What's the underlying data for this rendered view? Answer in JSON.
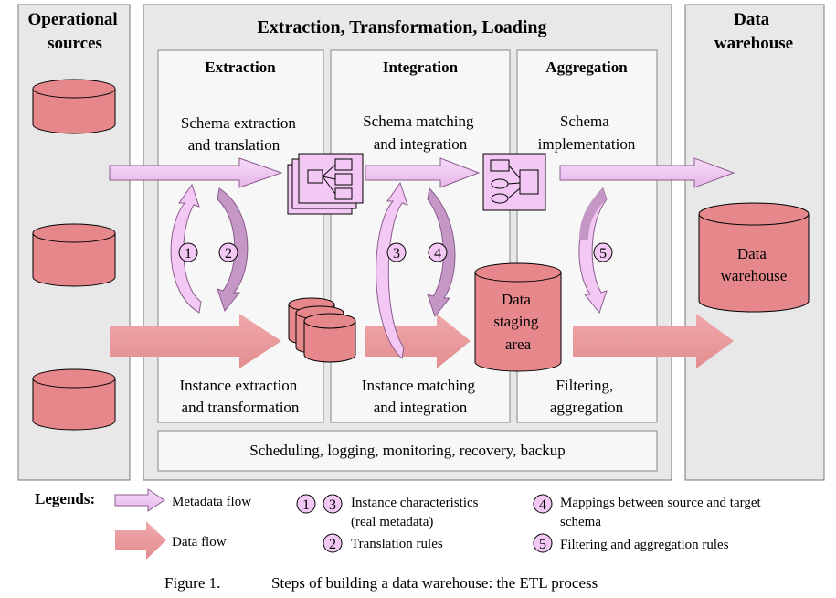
{
  "columns": {
    "sources_title": [
      "Operational",
      "sources"
    ],
    "etl_title": "Extraction, Transformation, Loading",
    "warehouse_title": [
      "Data",
      "warehouse"
    ]
  },
  "stages": {
    "extraction": {
      "title": "Extraction",
      "schema_text": [
        "Schema extraction",
        "and translation"
      ],
      "instance_text": [
        "Instance extraction",
        "and transformation"
      ]
    },
    "integration": {
      "title": "Integration",
      "schema_text": [
        "Schema matching",
        "and integration"
      ],
      "instance_text": [
        "Instance matching",
        "and integration"
      ]
    },
    "aggregation": {
      "title": "Aggregation",
      "schema_text": [
        "Schema",
        "implementation"
      ],
      "instance_text": [
        "Filtering,",
        "aggregation"
      ]
    }
  },
  "staging_area": [
    "Data",
    "staging",
    "area"
  ],
  "warehouse_db": [
    "Data",
    "warehouse"
  ],
  "bottom_bar": "Scheduling, logging, monitoring, recovery, backup",
  "markers": [
    "1",
    "2",
    "3",
    "4",
    "5"
  ],
  "legend": {
    "title": "Legends:",
    "metadata_flow": "Metadata flow",
    "data_flow": "Data flow",
    "item_13": [
      "Instance characteristics",
      "(real metadata)"
    ],
    "item_2": "Translation rules",
    "item_4": [
      "Mappings between source and target",
      "schema"
    ],
    "item_5": "Filtering and aggregation rules"
  },
  "caption": {
    "label": "Figure 1.",
    "text": "Steps of building a data warehouse: the ETL process"
  },
  "colors": {
    "metadata_fill": "#f3c8f5",
    "metadata_dark": "#c497c6",
    "data_fill": "#e9989a",
    "db_fill": "#e6878c",
    "panel_bg": "#e8e8e8",
    "stage_bg": "#f7f7f7"
  }
}
